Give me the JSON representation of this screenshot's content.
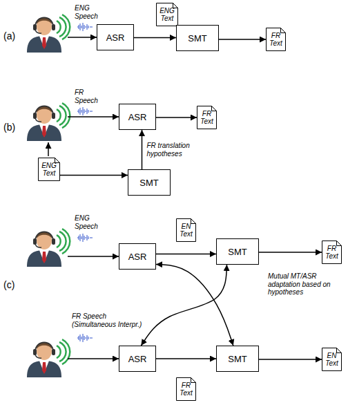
{
  "diagram": {
    "nodes": [
      {
        "text": [
          "ASR"
        ]
      },
      {
        "text": [
          "ENG Text"
        ]
      },
      {
        "text": [
          "SMT"
        ]
      },
      {
        "text": [
          "FR Text"
        ]
      },
      {
        "text": [
          "ASR"
        ]
      },
      {
        "text": [
          "FR Text"
        ]
      },
      {
        "text": [
          "ENG Text"
        ]
      },
      {
        "text": [
          "SMT"
        ]
      },
      {
        "text": [
          "ASR"
        ]
      },
      {
        "text": [
          "EN Text"
        ]
      },
      {
        "text": [
          "SMT"
        ]
      },
      {
        "text": [
          "FR Text"
        ]
      },
      {
        "text": [
          "ASR"
        ]
      },
      {
        "text": [
          "SMT"
        ]
      },
      {
        "text": [
          "EN Text"
        ]
      },
      {
        "text": [
          "FR Text"
        ]
      }
    ],
    "edges": [
      {
        "from": 0,
        "to": 2,
        "arrow": "to"
      },
      {
        "from": 2,
        "to": 3,
        "arrow": "to"
      },
      {
        "from": 4,
        "to": 5,
        "arrow": "to"
      },
      {
        "from": 6,
        "to": 7,
        "arrow": "to"
      },
      {
        "from": 7,
        "to": 4,
        "label": "FR translation hypotheses",
        "arrow": "to"
      },
      {
        "from": 8,
        "to": 10,
        "arrow": "to"
      },
      {
        "from": 10,
        "to": 11,
        "arrow": "to"
      },
      {
        "from": 12,
        "to": 13,
        "arrow": "to"
      },
      {
        "from": 13,
        "to": 14,
        "arrow": "to"
      },
      {
        "from": 8,
        "to": 13,
        "arrow": "both"
      },
      {
        "from": 10,
        "to": 12,
        "arrow": "both"
      }
    ],
    "labels": [
      "(a)",
      "ENG Speech",
      "(b)",
      "FR Speech",
      "(c)",
      "ENG Speech",
      "FR Speech (Simultaneous Interpr.)",
      "Mutual MT/ASR adaptation based on hypotheses"
    ]
  }
}
